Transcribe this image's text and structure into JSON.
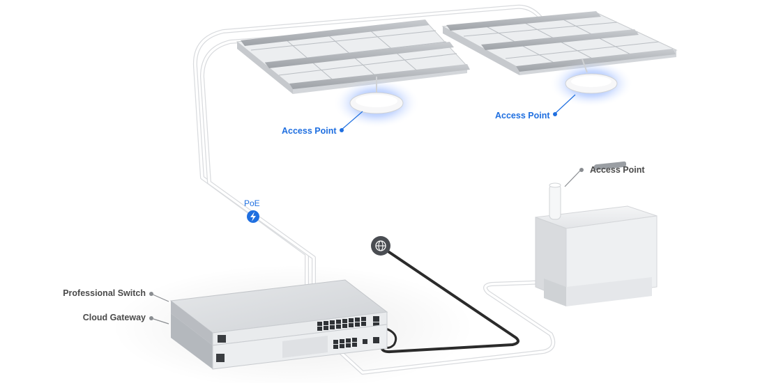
{
  "labels": {
    "ap_ceiling_left": "Access Point",
    "ap_ceiling_right": "Access Point",
    "ap_outdoor": "Access Point",
    "poe": "PoE",
    "switch": "Professional Switch",
    "gateway": "Cloud Gateway"
  },
  "colors": {
    "accent_blue": "#1f6fe0",
    "label_gray": "#4a4a4a",
    "cable_white": "#e8e8ea",
    "cable_dark": "#2b2b2b",
    "device_silver": "#d7d9dc",
    "glow_blue": "#3d7bff"
  },
  "icons": {
    "poe_badge": "lightning-bolt-icon",
    "internet_badge": "globe-icon"
  }
}
